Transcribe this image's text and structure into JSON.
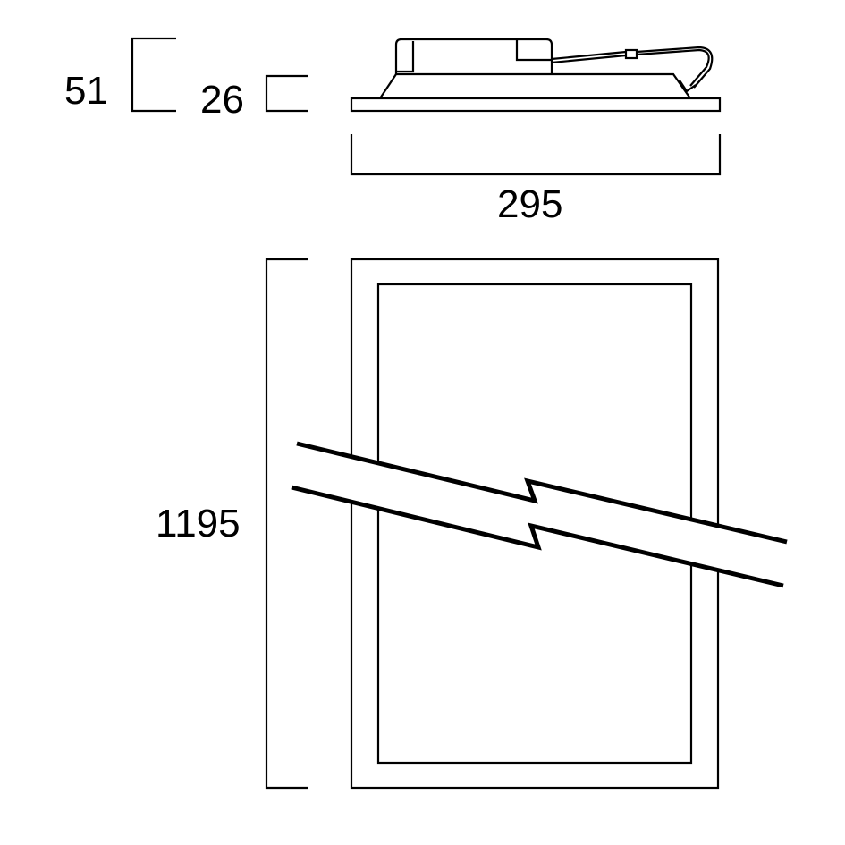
{
  "dimensions": {
    "total_height": "51",
    "panel_height": "26",
    "width": "295",
    "length": "1195"
  },
  "colors": {
    "line": "#000000",
    "background": "#ffffff"
  }
}
